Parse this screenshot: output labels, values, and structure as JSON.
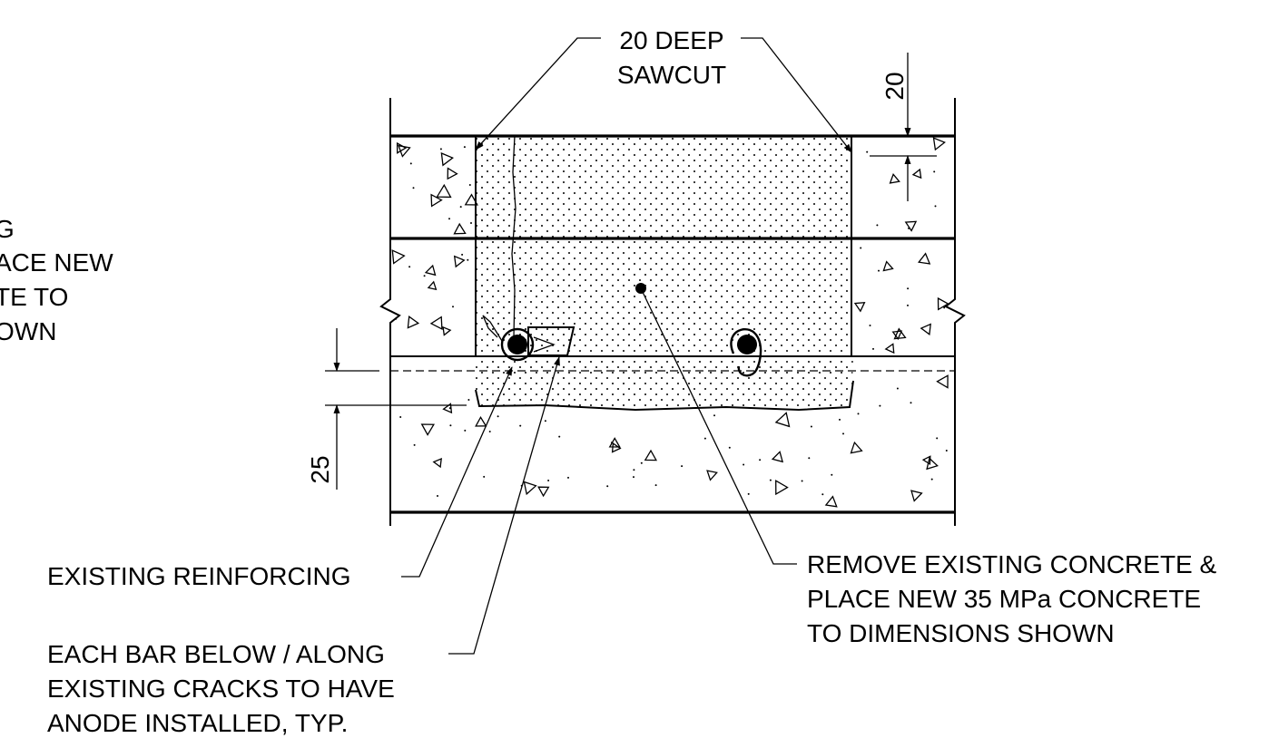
{
  "labels": {
    "sawcut_line1": "20 DEEP",
    "sawcut_line2": "SAWCUT",
    "dim_top": "20",
    "dim_left": "25",
    "left_cut_line1": "G",
    "left_cut_line2": "ACE NEW",
    "left_cut_line3": "TE TO",
    "left_cut_line4": "OWN",
    "reinforcing": "EXISTING REINFORCING",
    "remove_line1": "REMOVE EXISTING CONCRETE &",
    "remove_line2": "PLACE NEW 35 MPa CONCRETE",
    "remove_line3": "TO DIMENSIONS SHOWN",
    "anode_line1": "EACH BAR BELOW / ALONG",
    "anode_line2": "EXISTING CRACKS TO HAVE",
    "anode_line3": "ANODE INSTALLED, TYP."
  }
}
